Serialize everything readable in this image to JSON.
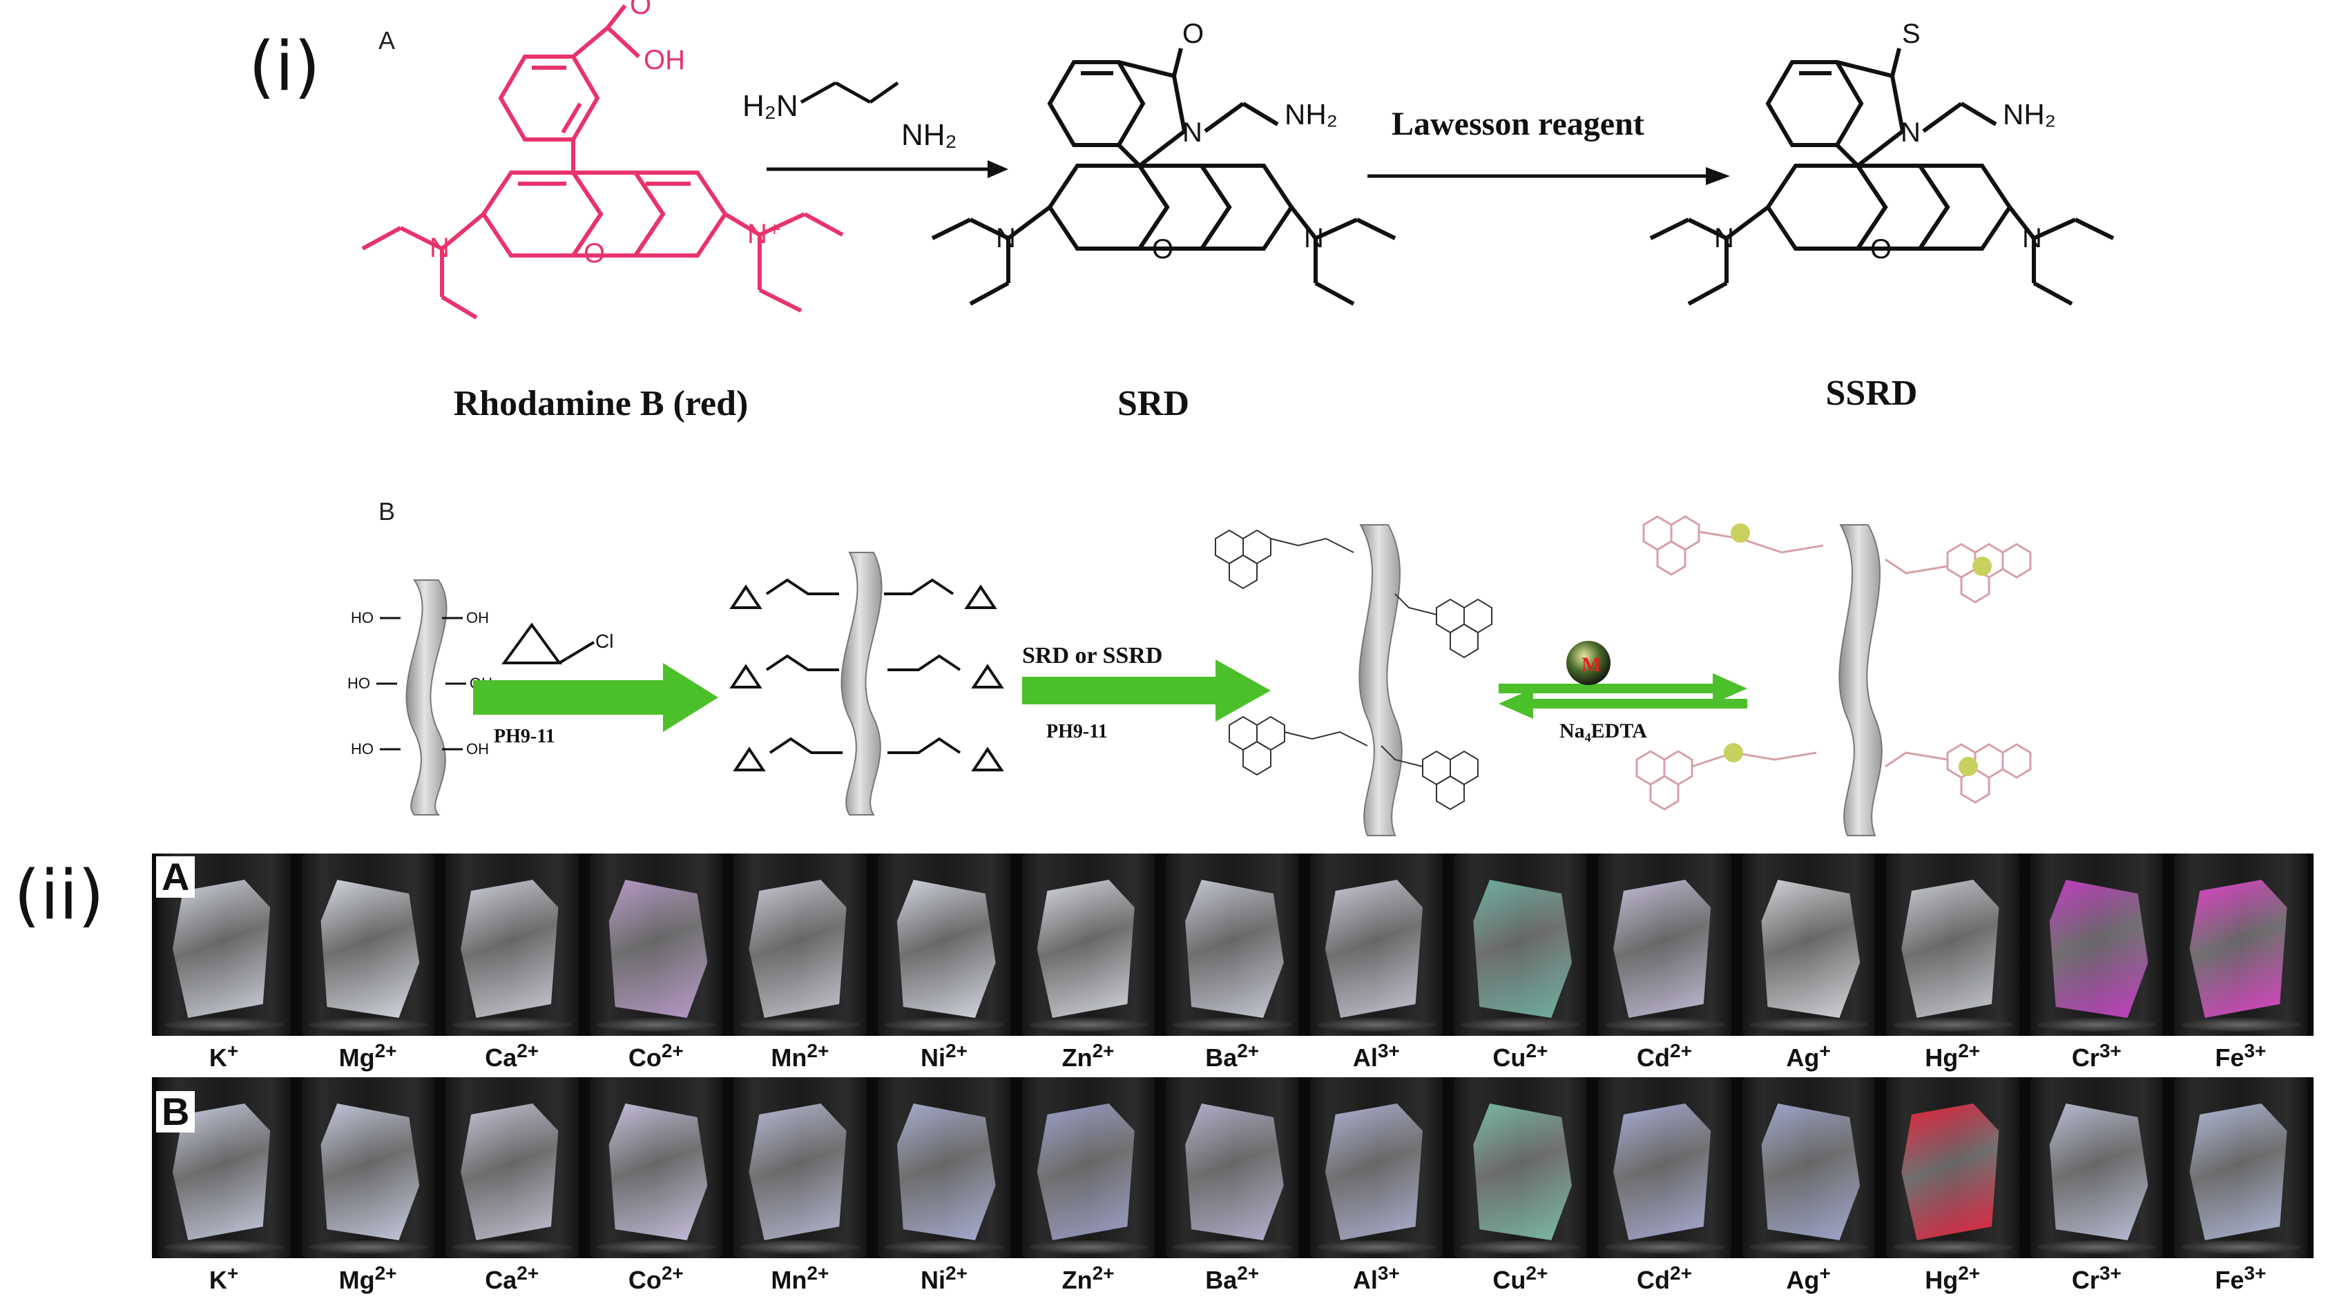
{
  "panel_i": {
    "label": "(i)"
  },
  "panel_ii": {
    "label": "(ii)"
  },
  "scheme_a": {
    "label": "A",
    "reagent_1": "H₂N",
    "reagent_1b": "NH₂",
    "reagent_2": "Lawesson reagent",
    "compounds": [
      "Rhodamine B (red)",
      "SRD",
      "SSRD"
    ],
    "atoms": {
      "oh": "OH",
      "o": "O",
      "s": "S",
      "n": "N",
      "nplus": "N⁺",
      "nh2": "NH₂"
    }
  },
  "scheme_b": {
    "label": "B",
    "reagent_cl": "Cl",
    "cond_1": "PH9-11",
    "cond_2_top": "SRD or SSRD",
    "cond_2_bottom": "PH9-11",
    "cond_3": "Na₄EDTA",
    "metal": "M",
    "ho": "HO",
    "oh": "OH"
  },
  "strips": [
    {
      "label": "A",
      "ions": [
        "K",
        "Mg",
        "Ca",
        "Co",
        "Mn",
        "Ni",
        "Zn",
        "Ba",
        "Al",
        "Cu",
        "Cd",
        "Ag",
        "Hg",
        "Cr",
        "Fe"
      ],
      "charges": [
        "+",
        "2+",
        "2+",
        "2+",
        "2+",
        "2+",
        "2+",
        "2+",
        "3+",
        "2+",
        "2+",
        "+",
        "2+",
        "3+",
        "3+"
      ],
      "paper_colors": [
        "#cfd3dc",
        "#d4d8df",
        "#cdcfd8",
        "#b89ac8",
        "#c8c8d2",
        "#d2d6df",
        "#d6d9df",
        "#c6c8d4",
        "#c9c8d6",
        "#6fb0a0",
        "#c4bcd8",
        "#d2d4d8",
        "#c9ccd2",
        "#c03cc0",
        "#e040c8"
      ]
    },
    {
      "label": "B",
      "ions": [
        "K",
        "Mg",
        "Ca",
        "Co",
        "Mn",
        "Ni",
        "Zn",
        "Ba",
        "Al",
        "Cu",
        "Cd",
        "Ag",
        "Hg",
        "Cr",
        "Fe"
      ],
      "charges": [
        "+",
        "2+",
        "2+",
        "2+",
        "2+",
        "2+",
        "2+",
        "2+",
        "3+",
        "2+",
        "2+",
        "+",
        "2+",
        "3+",
        "3+"
      ],
      "paper_colors": [
        "#c8cce0",
        "#c4c8dc",
        "#c4c4d6",
        "#c6bedc",
        "#b6b8d4",
        "#a8acd0",
        "#9ea0c8",
        "#b2b0cc",
        "#aeb0d2",
        "#7ab8a4",
        "#a9acd4",
        "#a0a6cc",
        "#e8203c",
        "#b8bcd4",
        "#b0b8d8"
      ]
    }
  ],
  "colors": {
    "rhodamine_red": "#e8336b",
    "arrow_green": "#4cc02a",
    "pink_dye": "#d7a0a8"
  }
}
